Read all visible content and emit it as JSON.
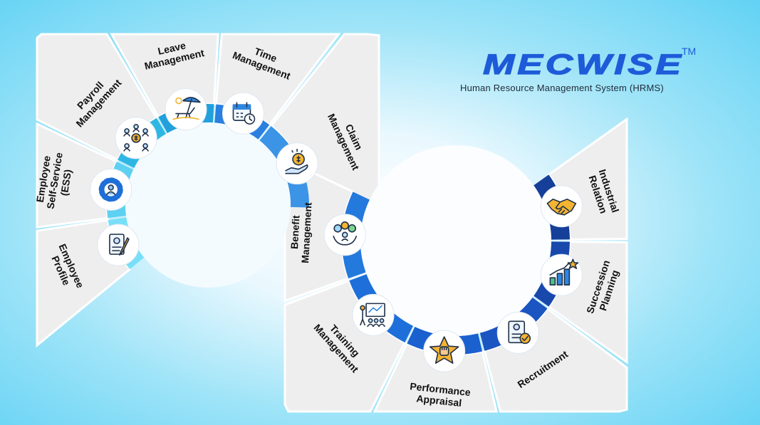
{
  "brand": {
    "name": "MecWise",
    "logo_text": "MECWISE",
    "trademark": "TM",
    "subtitle": "Human Resource Management System (HRMS)",
    "color": "#1e5bd8"
  },
  "modules": [
    {
      "id": "employee-profile",
      "lines": [
        "Employee",
        "Profile"
      ],
      "icon": "resume-edit-icon",
      "accent": "#78dff7"
    },
    {
      "id": "employee-self-service",
      "lines": [
        "Employee",
        "Self-Service",
        "(ESS)"
      ],
      "icon": "gear-user-icon",
      "accent": "#5ed0f1"
    },
    {
      "id": "payroll-management",
      "lines": [
        "Payroll",
        "Management"
      ],
      "icon": "payroll-team-icon",
      "accent": "#2fb7e4"
    },
    {
      "id": "leave-management",
      "lines": [
        "Leave",
        "Management"
      ],
      "icon": "beach-umbrella-icon",
      "accent": "#22a0dc"
    },
    {
      "id": "time-management",
      "lines": [
        "Time",
        "Management"
      ],
      "icon": "calendar-clock-icon",
      "accent": "#2a7fdf"
    },
    {
      "id": "claim-management",
      "lines": [
        "Claim",
        "Management"
      ],
      "icon": "hand-coin-icon",
      "accent": "#3b94e6"
    },
    {
      "id": "benefit-management",
      "lines": [
        "Benefit",
        "Management"
      ],
      "icon": "benefit-hands-icon",
      "accent": "#2479dd"
    },
    {
      "id": "training-management",
      "lines": [
        "Training",
        "Management"
      ],
      "icon": "presentation-board-icon",
      "accent": "#1e6fd9"
    },
    {
      "id": "performance-appraisal",
      "lines": [
        "Performance",
        "Appraisal"
      ],
      "icon": "star-fist-icon",
      "accent": "#1a60cf"
    },
    {
      "id": "recruitment",
      "lines": [
        "Recruitment"
      ],
      "icon": "resume-check-icon",
      "accent": "#1a55c2"
    },
    {
      "id": "succession-planning",
      "lines": [
        "Succession",
        "Planning"
      ],
      "icon": "growth-chart-icon",
      "accent": "#1848ac"
    },
    {
      "id": "industrial-relation",
      "lines": [
        "Industrial",
        "Relation"
      ],
      "icon": "handshake-icon",
      "accent": "#163f9a"
    }
  ]
}
